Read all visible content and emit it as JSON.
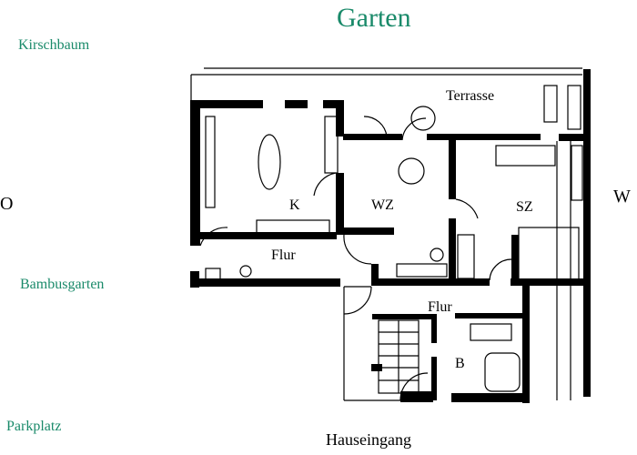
{
  "title": "Garten",
  "compass": {
    "east": "O",
    "west": "W"
  },
  "surroundings": {
    "top_left": "Kirschbaum",
    "middle_left": "Bambusgarten",
    "bottom_left": "Parkplatz",
    "bottom": "Hauseingang"
  },
  "rooms": {
    "terrace": "Terrasse",
    "kitchen": "K",
    "living_room": "WZ",
    "bedroom": "SZ",
    "hall_upper": "Flur",
    "hall_lower": "Flur",
    "bath": "B"
  },
  "colors": {
    "label_accent": "#1a8a6a",
    "walls": "#000000"
  }
}
